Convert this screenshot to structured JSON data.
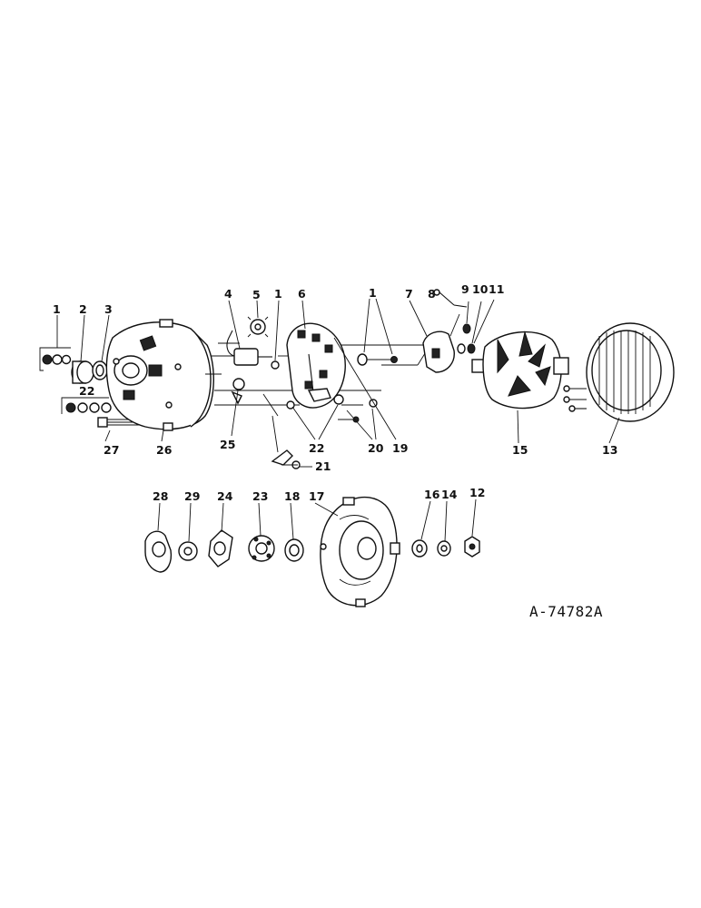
{
  "diagram": {
    "reference_code": "A-74782A",
    "callouts": {
      "c1a": "1",
      "c2": "2",
      "c3": "3",
      "c22a": "22",
      "c27": "27",
      "c26": "26",
      "c4": "4",
      "c5": "5",
      "c1b": "1",
      "c6": "6",
      "c1c": "1",
      "c25": "25",
      "c22b": "22",
      "c20": "20",
      "c19": "19",
      "c21": "21",
      "c7": "7",
      "c8": "8",
      "c9": "9",
      "c10": "10",
      "c11": "11",
      "c15": "15",
      "c13": "13",
      "c28": "28",
      "c29": "29",
      "c24": "24",
      "c23": "23",
      "c18": "18",
      "c17": "17",
      "c16": "16",
      "c14": "14",
      "c12": "12"
    }
  }
}
